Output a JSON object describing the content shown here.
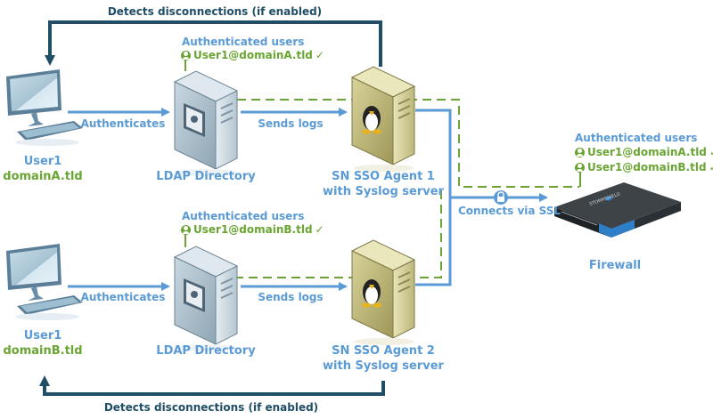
{
  "diagram": {
    "top_feedback_label": "Detects disconnections (if enabled)",
    "bottom_feedback_label": "Detects disconnections (if enabled)",
    "colors": {
      "flow_blue": "#5b9bd5",
      "feedback_dark": "#1f4e66",
      "auth_green": "#6aa533"
    },
    "row_a": {
      "workstation": {
        "icon": "desktop-computer-icon",
        "name": "User1",
        "domain": "domainA.tld"
      },
      "auth_arrow_label": "Authenticates",
      "ldap": {
        "icon": "ldap-server-icon",
        "label": "LDAP Directory",
        "auth_title": "Authenticated users",
        "users": [
          {
            "name": "User1@domainA.tld",
            "check": "✓"
          }
        ]
      },
      "logs_arrow_label": "Sends logs",
      "agent": {
        "icon": "linux-server-icon",
        "label_line1": "SN SSO Agent 1",
        "label_line2": "with Syslog server"
      }
    },
    "row_b": {
      "workstation": {
        "icon": "desktop-computer-icon",
        "name": "User1",
        "domain": "domainB.tld"
      },
      "auth_arrow_label": "Authenticates",
      "ldap": {
        "icon": "ldap-server-icon",
        "label": "LDAP Directory",
        "auth_title": "Authenticated users",
        "users": [
          {
            "name": "User1@domainB.tld",
            "check": "✓"
          }
        ]
      },
      "logs_arrow_label": "Sends logs",
      "agent": {
        "icon": "linux-server-icon",
        "label_line1": "SN SSO Agent 2",
        "label_line2": "with Syslog server"
      }
    },
    "connection": {
      "label": "Connects via SSL",
      "icon": "lock-icon"
    },
    "firewall": {
      "label": "Firewall",
      "brand": "STORMSHIELD",
      "auth_title": "Authenticated users",
      "users": [
        {
          "name": "User1@domainA.tld",
          "check": "✓"
        },
        {
          "name": "User1@domainB.tld",
          "check": "✓"
        }
      ]
    }
  }
}
